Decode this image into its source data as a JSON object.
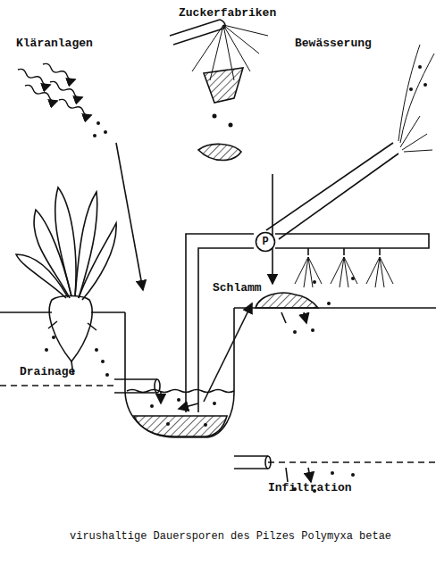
{
  "diagram": {
    "caption": "virushaltige Dauersporen des Pilzes Polymyxa betae",
    "nodes": [
      {
        "text": [
          "P"
        ]
      }
    ],
    "labels": [
      "Zuckerfabriken",
      "Kläranlagen",
      "Bewässerung",
      "Schlamm",
      "Drainage",
      "Infiltration"
    ]
  }
}
